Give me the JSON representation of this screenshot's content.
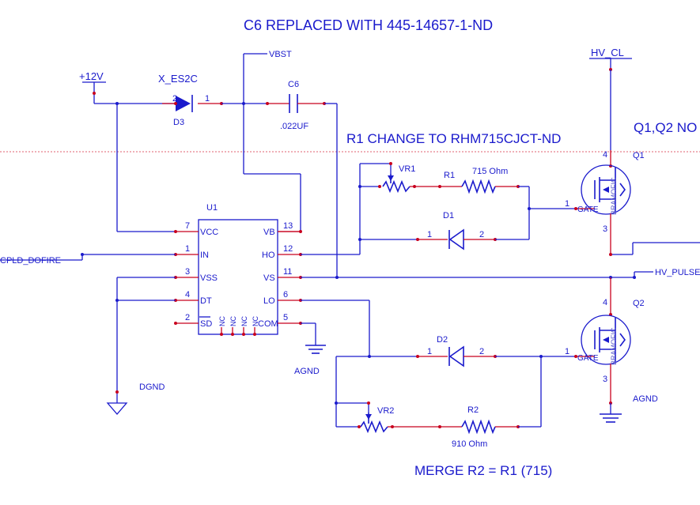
{
  "notes": {
    "title": "C6 REPLACED WITH 445-14657-1-ND",
    "r1_change": "R1 CHANGE TO RHM715CJCT-ND",
    "q_note": "Q1,Q2 NO",
    "merge": "MERGE R2 = R1 (715)"
  },
  "nets": {
    "plus12v": "+12V",
    "vbst": "VBST",
    "hv_cl": "HV_CL",
    "cpld": "CPLD_DOFIRE",
    "hv_pulse": "HV_PULSE",
    "dgnd": "DGND",
    "agnd1": "AGND",
    "agnd2": "AGND"
  },
  "u1": {
    "ref": "U1",
    "pins_left": [
      {
        "num": "7",
        "name": "VCC"
      },
      {
        "num": "1",
        "name": "IN"
      },
      {
        "num": "3",
        "name": "VSS"
      },
      {
        "num": "4",
        "name": "DT"
      },
      {
        "num": "2",
        "name": "SD"
      }
    ],
    "pins_right": [
      {
        "num": "13",
        "name": "VB"
      },
      {
        "num": "12",
        "name": "HO"
      },
      {
        "num": "11",
        "name": "VS"
      },
      {
        "num": "6",
        "name": "LO"
      },
      {
        "num": "5",
        "name": "COM"
      }
    ],
    "bottom_pins": [
      "NC",
      "NC",
      "NC",
      "NC"
    ]
  },
  "d3": {
    "ref": "D3",
    "value": "X_ES2C",
    "pin_a": "2",
    "pin_k": "1"
  },
  "c6": {
    "ref": "C6",
    "value": ".022UF"
  },
  "vr1": {
    "ref": "VR1"
  },
  "r1": {
    "ref": "R1",
    "value": "715 Ohm"
  },
  "d1": {
    "ref": "D1",
    "pin1": "1",
    "pin2": "2"
  },
  "d2": {
    "ref": "D2",
    "pin1": "1",
    "pin2": "2"
  },
  "vr2": {
    "ref": "VR2"
  },
  "r2": {
    "ref": "R2",
    "value": "910 Ohm"
  },
  "q1": {
    "ref": "Q1",
    "gate": "GATE",
    "gate_pin": "1",
    "pin_d": "4",
    "pin_s": "3",
    "watermark": "BRAMOFIC"
  },
  "q2": {
    "ref": "Q2",
    "gate": "GATE",
    "gate_pin": "1",
    "pin_d": "4",
    "pin_s": "3",
    "watermark": "BRAMOFIC"
  },
  "colors": {
    "wire": "#1a1acc",
    "component": "#1a1acc",
    "pin": "#c8001e",
    "ref_line": "#e06070",
    "background": "#ffffff"
  }
}
